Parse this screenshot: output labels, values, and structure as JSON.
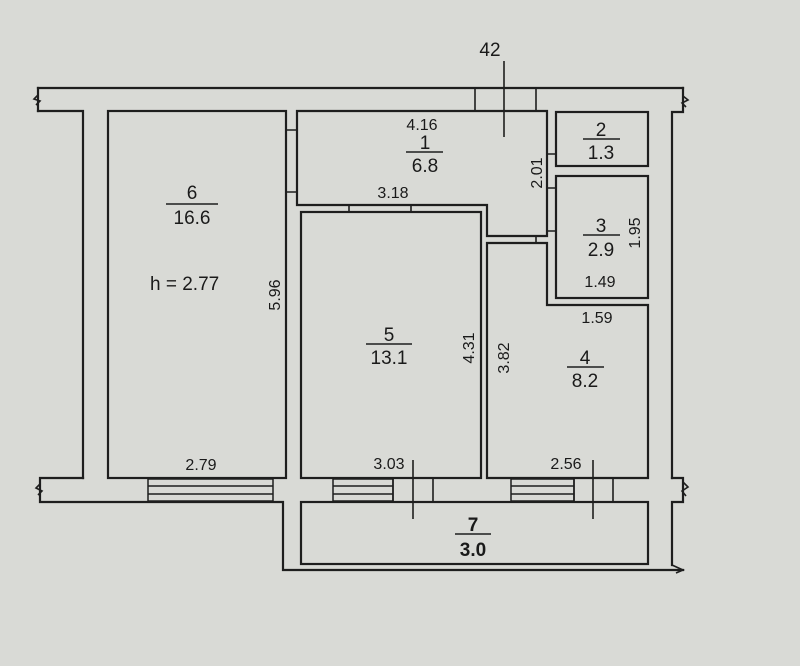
{
  "plan": {
    "ceiling_height": "h = 2.77",
    "marker_label": "42",
    "colors": {
      "background": "#d9dad6",
      "line": "#1e1e1e"
    },
    "rooms": [
      {
        "id": "1",
        "number": "1",
        "area": "6.8"
      },
      {
        "id": "2",
        "number": "2",
        "area": "1.3"
      },
      {
        "id": "3",
        "number": "3",
        "area": "2.9"
      },
      {
        "id": "4",
        "number": "4",
        "area": "8.2"
      },
      {
        "id": "5",
        "number": "5",
        "area": "13.1"
      },
      {
        "id": "6",
        "number": "6",
        "area": "16.6"
      },
      {
        "id": "7",
        "number": "7",
        "area": "3.0"
      }
    ],
    "dimensions": {
      "room1_width": "4.16",
      "room1_lower_width": "3.18",
      "room1_depth": "2.01",
      "room3_height": "1.95",
      "room3_width": "1.49",
      "room4_width_top": "1.59",
      "room4_height": "3.82",
      "room4_width_bottom": "2.56",
      "room5_height": "4.31",
      "room5_width": "3.03",
      "room6_height": "5.96",
      "room6_width": "2.79"
    }
  }
}
